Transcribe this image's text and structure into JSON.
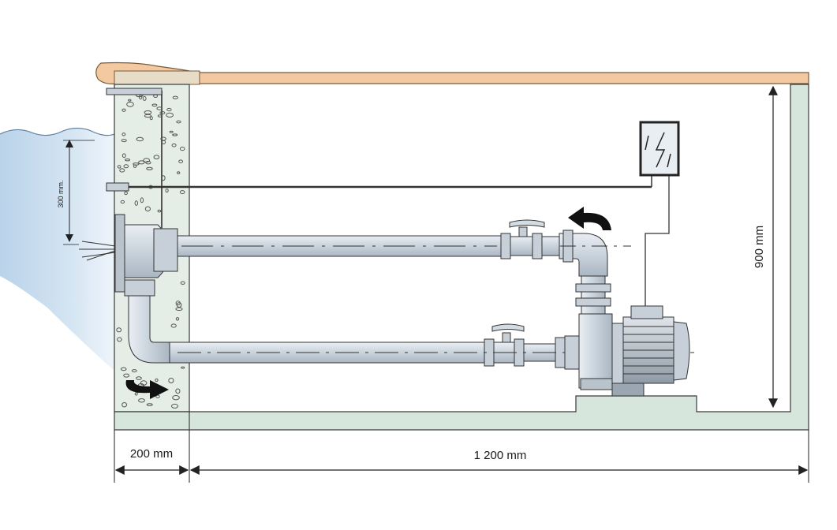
{
  "dimensions": {
    "wall_width": "200 mm",
    "room_length": "1 200 mm",
    "room_height": "900 mm",
    "water_depth": "300 mm."
  },
  "icons": {
    "electrical_box": "lightning-bolt-icon",
    "return_arrow": "curved-arrow-left-icon",
    "suction_arrow": "curved-arrow-right-icon"
  },
  "colors": {
    "coping": "#f2c9a0",
    "floor": "#d6e6dc",
    "water": "#cfe1f0",
    "pipe": "#d3dbe3",
    "concrete": "#e4ede6"
  }
}
